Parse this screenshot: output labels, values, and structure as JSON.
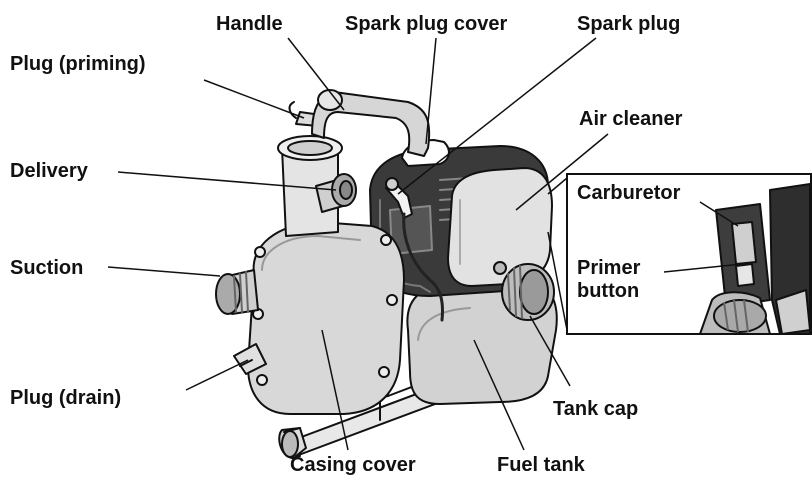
{
  "labels": {
    "handle": "Handle",
    "spark_plug_cover": "Spark plug cover",
    "spark_plug": "Spark plug",
    "plug_priming": "Plug (priming)",
    "air_cleaner": "Air cleaner",
    "delivery": "Delivery",
    "carburetor": "Carburetor",
    "suction": "Suction",
    "primer_button_line1": "Primer",
    "primer_button_line2": "button",
    "plug_drain": "Plug (drain)",
    "tank_cap": "Tank cap",
    "casing_cover": "Casing cover",
    "fuel_tank": "Fuel tank"
  }
}
